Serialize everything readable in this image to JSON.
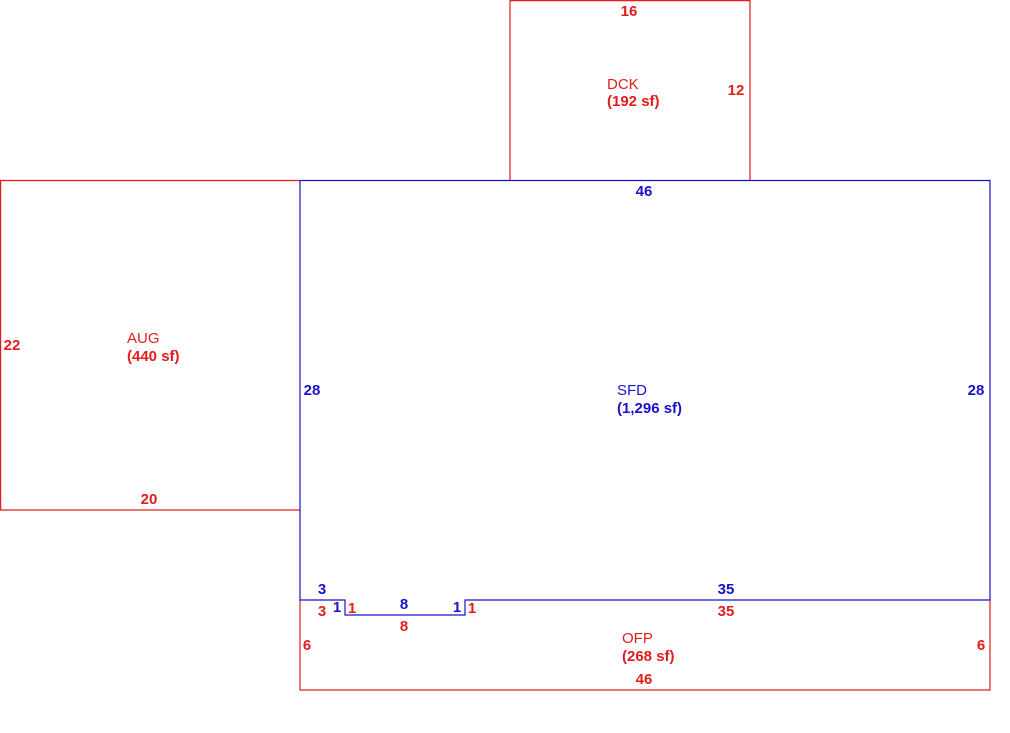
{
  "colors": {
    "red": "#e31c1c",
    "blue": "#1a12c8",
    "background": "#ffffff"
  },
  "areas": {
    "dck": {
      "name": "DCK",
      "size": "(192 sf)"
    },
    "aug": {
      "name": "AUG",
      "size": "(440 sf)"
    },
    "sfd": {
      "name": "SFD",
      "size": "(1,296 sf)"
    },
    "ofp": {
      "name": "OFP",
      "size": "(268 sf)"
    }
  },
  "dimensions": {
    "dck_top": "16",
    "dck_right": "12",
    "sfd_top": "46",
    "aug_left": "22",
    "aug_bottom": "20",
    "sfd_left": "28",
    "sfd_right": "28",
    "sfd_bottom_left": "3",
    "sfd_step_left": "1",
    "sfd_notch": "8",
    "sfd_step_right": "1",
    "sfd_bottom_right": "35",
    "ofp_top_left": "3",
    "ofp_step_left": "1",
    "ofp_notch": "8",
    "ofp_step_right": "1",
    "ofp_top_right": "35",
    "ofp_left": "6",
    "ofp_right": "6",
    "ofp_bottom": "46"
  }
}
